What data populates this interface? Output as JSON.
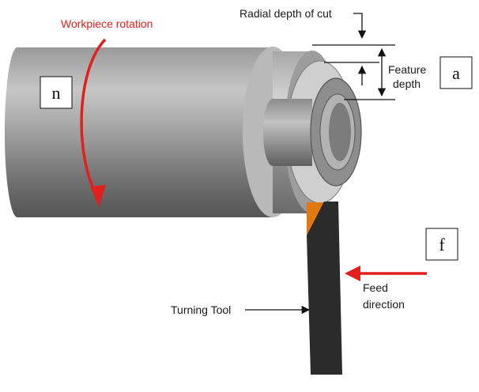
{
  "labels": {
    "workpiece_rotation": "Workpiece rotation",
    "radial_depth": "Radial depth of cut",
    "feature_depth_line1": "Feature",
    "feature_depth_line2": "depth",
    "turning_tool": "Turning Tool",
    "feed_line1": "Feed",
    "feed_line2": "direction"
  },
  "boxes": {
    "n": "n",
    "a": "a",
    "f": "f"
  },
  "colors": {
    "arrow_red": "#e0201c",
    "insert_orange": "#e07a10",
    "tool_black": "#2b2b2b"
  }
}
